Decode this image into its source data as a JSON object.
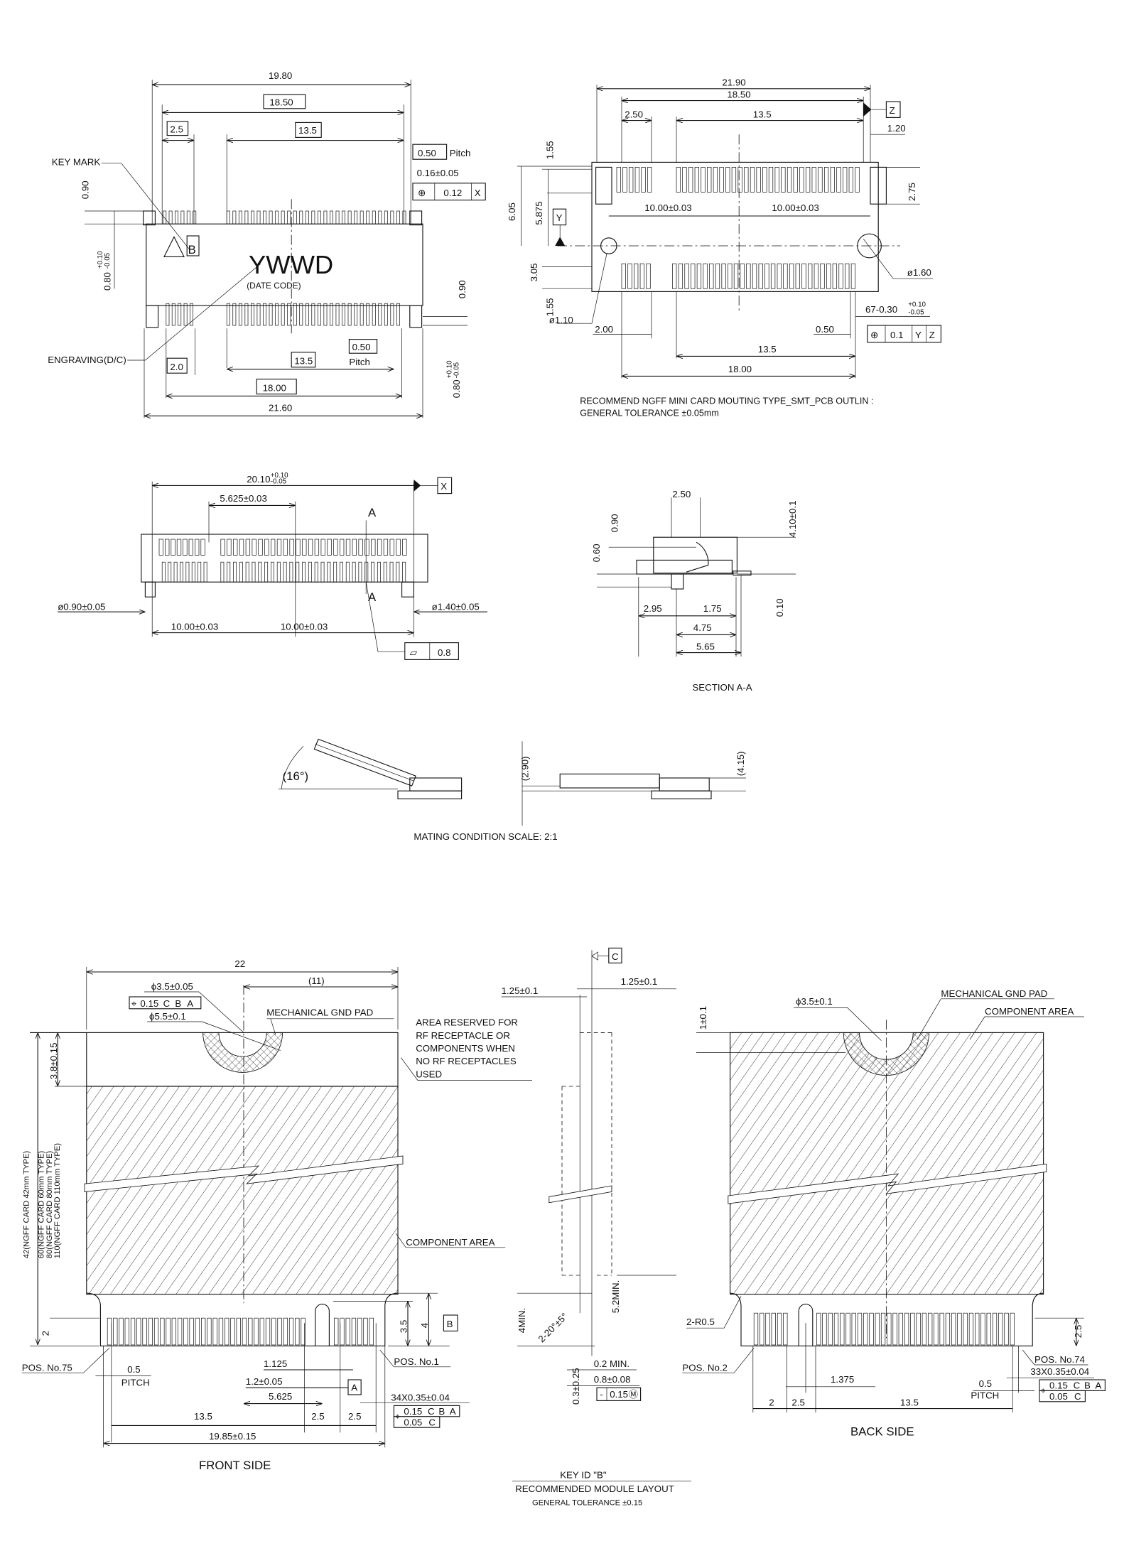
{
  "connector_top_view": {
    "dim_overall": "19.80",
    "dim_pin_span": "18.50",
    "dim_key_left": "2.5",
    "dim_main": "13.5",
    "pitch_value": "0.50",
    "pitch_label": "Pitch",
    "pin_width": "0.16±0.05",
    "fcf": {
      "symbol": "⊕",
      "tol": "0.12",
      "datum": "X"
    },
    "key_mark_label": "KEY MARK",
    "key_letter": "B",
    "date_code": "YWWD",
    "date_code_note": "(DATE CODE)",
    "engraving_label": "ENGRAVING(D/C)",
    "dim_090_left": "0.90",
    "dim_080_left": "0.80",
    "tol_plus": "+0.10",
    "tol_minus": "-0.05",
    "dim_090_right": "0.90",
    "dim_080_right": "0.80",
    "dim_bottom_key": "2.0",
    "dim_bottom_main": "13.5",
    "bottom_pitch_value": "0.50",
    "bottom_pitch_label": "Pitch",
    "dim_bottom_span": "18.00",
    "dim_bottom_overall": "21.60"
  },
  "pcb_layout_view": {
    "dim_overall": "21.90",
    "dim_span": "18.50",
    "dim_key": "2.50",
    "dim_main": "13.5",
    "datum_z": "Z",
    "dim_120": "1.20",
    "dim_605": "6.05",
    "dim_5875": "5.875",
    "dim_155_top": "1.55",
    "datum_y": "Y",
    "dim_305": "3.05",
    "dim_155_bottom": "1.55",
    "dim_275": "2.75",
    "hole_left_pitch": "10.00±0.03",
    "hole_right_pitch": "10.00±0.03",
    "hole_large": "ø1.60",
    "hole_small": "ø1.10",
    "dim_200": "2.00",
    "dim_050": "0.50",
    "pad_count_size": "67-0.30",
    "pad_tol_plus": "+0.10",
    "pad_tol_minus": "-0.05",
    "fcf": {
      "symbol": "⊕",
      "tol": "0.1",
      "datum1": "Y",
      "datum2": "Z"
    },
    "dim_bottom_main": "13.5",
    "dim_bottom_span": "18.00",
    "caption_line1": "RECOMMEND NGFF MINI CARD MOUTING TYPE_SMT_PCB OUTLIN :",
    "caption_line2": "GENERAL TOLERANCE ±0.05mm"
  },
  "connector_front_view": {
    "dim_overall": "20.10",
    "tol_plus": "+0.10",
    "tol_minus": "-0.05",
    "datum_x": "X",
    "dim_key_offset": "5.625±0.03",
    "section_mark_top": "A",
    "section_mark_bottom": "A",
    "peg_left": "ø0.90±0.05",
    "peg_right": "ø1.40±0.05",
    "peg_left_pitch": "10.00±0.03",
    "peg_right_pitch": "10.00±0.03",
    "flatness_symbol": "▱",
    "flatness_tol": "0.8"
  },
  "section_aa": {
    "dim_250": "2.50",
    "dim_090": "0.90",
    "dim_060": "0.60",
    "dim_410": "4.10±0.1",
    "dim_010": "0.10",
    "dim_295": "2.95",
    "dim_175": "1.75",
    "dim_475": "4.75",
    "dim_565": "5.65",
    "title": "SECTION  A-A"
  },
  "mating_condition": {
    "angle": "(16°)",
    "height_290": "(2.90)",
    "height_415": "(4.15)",
    "title": "MATING CONDITION SCALE: 2:1"
  },
  "module_front_side": {
    "dim_width": "22",
    "dim_half": "(11)",
    "hole_dia": "ϕ3.5±0.05",
    "fcf": {
      "symbol": "⌖",
      "tol": "0.15",
      "d1": "C",
      "d2": "B",
      "d3": "A"
    },
    "pad_dia": "ϕ5.5±0.1",
    "gnd_pad_label": "MECHANICAL GND PAD",
    "reserved_note": [
      "AREA RESERVED FOR",
      "RF RECEPTACLE OR",
      "COMPONENTS WHEN",
      "NO RF RECEPTACLES",
      "USED"
    ],
    "dim_38": "3.8±0.15",
    "lengths": [
      "42(NGFF CARD 42mm TYPE)",
      "60(NGFF CARD 60mm TYPE)",
      "80(NGFF CARD 80mm TYPE)",
      "110(NGFF CARD 110mm TYPE)"
    ],
    "component_area": "COMPONENT AREA",
    "dim_2": "2",
    "pos75": "POS. No.75",
    "pitch_value": "0.5",
    "pitch_label": "PITCH",
    "dim_1125": "1.125",
    "dim_12": "1.2±0.05",
    "datum_a": "A",
    "dim_5625": "5.625",
    "dim_135": "13.5",
    "dim_25a": "2.5",
    "dim_25b": "2.5",
    "dim_1985": "19.85±0.15",
    "pos1": "POS. No.1",
    "dim_35": "3.5",
    "dim_4": "4",
    "datum_b": "B",
    "pad_spec": "34X0.35±0.04",
    "pad_fcf": {
      "symbol": "⌖",
      "tol1": "0.15",
      "d1": "C",
      "d2": "B",
      "d3": "A",
      "tol2": "0.05",
      "d4": "C"
    },
    "title": "FRONT SIDE"
  },
  "module_side_view": {
    "datum_c": "C",
    "thk_left": "1.25±0.1",
    "thk_right": "1.25±0.1",
    "dim_4min": "4MIN.",
    "chamfer": "2-20°±5°",
    "dim_52min": "5.2MIN.",
    "dim_03": "0.3±0.25",
    "dim_02min": "0.2 MIN.",
    "dim_08": "0.8±0.08",
    "fcf": {
      "symbol": "-",
      "tol": "0.15",
      "mod": "Ⓜ"
    }
  },
  "module_back_side": {
    "dim_1": "1±0.1",
    "hole_dia": "ϕ3.5±0.1",
    "gnd_pad_label": "MECHANICAL GND PAD",
    "component_area": "COMPONENT AREA",
    "radius": "2-R0.5",
    "pos2": "POS. No.2",
    "dim_1375": "1.375",
    "dim_2": "2",
    "dim_25": "2.5",
    "dim_135": "13.5",
    "pitch_value": "0.5",
    "pitch_label": "PITCH",
    "pos74": "POS. No.74",
    "pad_spec": "33X0.35±0.04",
    "pad_fcf": {
      "symbol": "⌖",
      "tol1": "0.15",
      "d1": "C",
      "d2": "B",
      "d3": "A",
      "tol2": "0.05",
      "d4": "C"
    },
    "dim_25_right": "2.5",
    "title": "BACK SIDE"
  },
  "footer": {
    "key_id": "KEY ID \"B\"",
    "layout_title": "RECOMMENDED MODULE LAYOUT",
    "tolerance": "GENERAL TOLERANCE ±0.15"
  }
}
